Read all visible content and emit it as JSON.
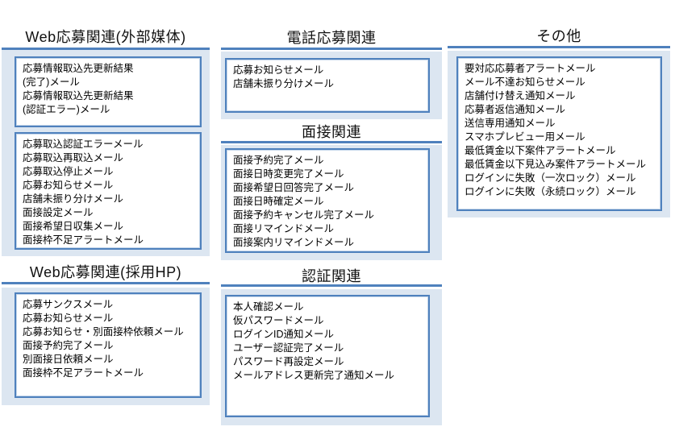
{
  "theme": {
    "accent_blue": "#4f81bd",
    "panel_background": "#dce6f1",
    "box_background": "#ffffff",
    "text_color": "#000000",
    "page_background": "#ffffff"
  },
  "sections": [
    {
      "id": "web-external",
      "title": "Web応募関連(外部媒体)",
      "boxes": [
        [
          "応募情報取込先更新結果",
          "(完了)メール",
          "応募情報取込先更新結果",
          "(認証エラー)メール"
        ],
        [
          "応募取込認証エラーメール",
          "応募取込再取込メール",
          "応募取込停止メール",
          "応募お知らせメール",
          "店舗未振り分けメール",
          "面接設定メール",
          "面接希望日収集メール",
          "面接枠不足アラートメール"
        ]
      ]
    },
    {
      "id": "web-hp",
      "title": "Web応募関連(採用HP)",
      "boxes": [
        [
          "応募サンクスメール",
          "応募お知らせメール",
          "応募お知らせ・別面接枠依頼メール",
          "面接予約完了メール",
          "別面接日依頼メール",
          "面接枠不足アラートメール"
        ]
      ]
    },
    {
      "id": "phone",
      "title": "電話応募関連",
      "boxes": [
        [
          "応募お知らせメール",
          "店舗未振り分けメール"
        ]
      ]
    },
    {
      "id": "interview",
      "title": "面接関連",
      "boxes": [
        [
          "面接予約完了メール",
          "面接日時変更完了メール",
          "面接希望日回答完了メール",
          "面接日時確定メール",
          "面接予約キャンセル完了メール",
          "面接リマインドメール",
          "面接案内リマインドメール"
        ]
      ]
    },
    {
      "id": "auth",
      "title": "認証関連",
      "boxes": [
        [
          "本人確認メール",
          "仮パスワードメール",
          "ログインID通知メール",
          "ユーザー認証完了メール",
          "パスワード再設定メール",
          "メールアドレス更新完了通知メール"
        ]
      ]
    },
    {
      "id": "other",
      "title": "その他",
      "boxes": [
        [
          "要対応応募者アラートメール",
          "メール不達お知らせメール",
          "店舗付け替え通知メール",
          "応募者返信通知メール",
          "送信専用通知メール",
          "スマホプレビュー用メール",
          "最低賃金以下案件アラートメール",
          "最低賃金以下見込み案件アラートメール",
          "ログインに失敗（一次ロック）メール",
          "ログインに失敗（永続ロック）メール"
        ]
      ]
    }
  ]
}
